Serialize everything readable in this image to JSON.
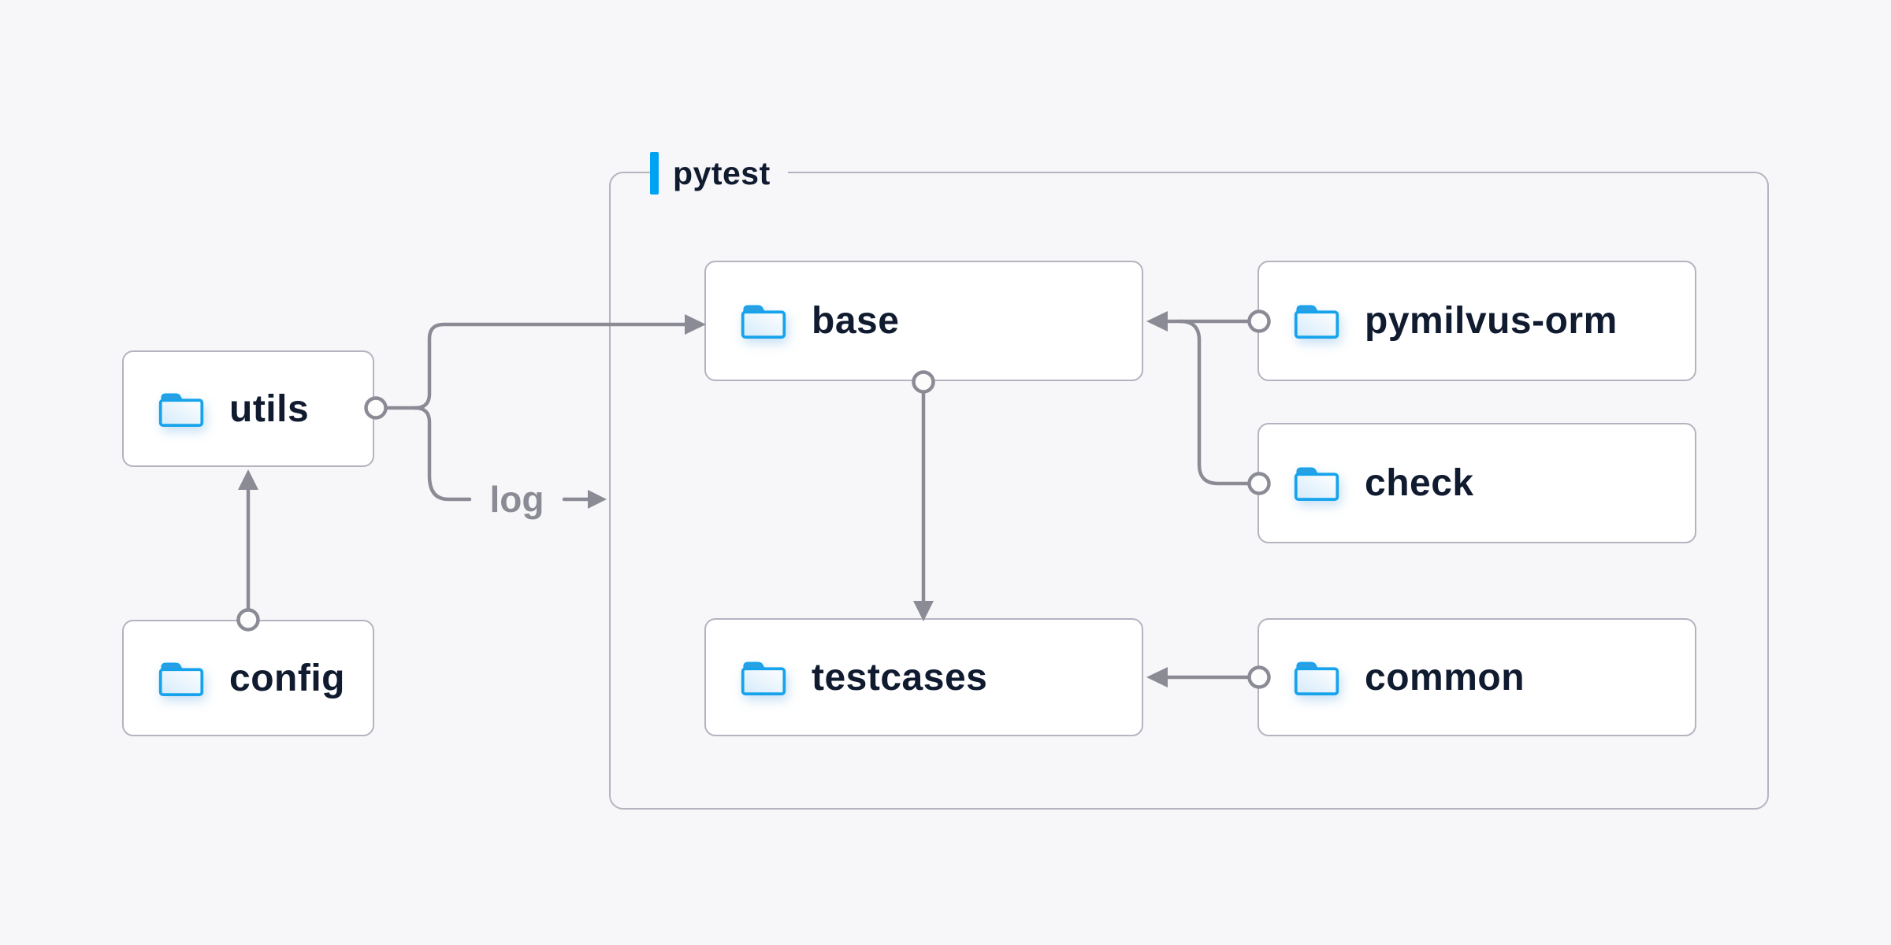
{
  "diagram": {
    "group": {
      "label": "pytest"
    },
    "nodes": {
      "utils": {
        "label": "utils"
      },
      "config": {
        "label": "config"
      },
      "base": {
        "label": "base"
      },
      "pymilvus_orm": {
        "label": "pymilvus-orm"
      },
      "check": {
        "label": "check"
      },
      "testcases": {
        "label": "testcases"
      },
      "common": {
        "label": "common"
      }
    },
    "edges": [
      {
        "from": "config",
        "to": "utils"
      },
      {
        "from": "utils",
        "to": "base"
      },
      {
        "from": "utils",
        "to": "pytest",
        "label": "log"
      },
      {
        "from": "pymilvus-orm",
        "to": "base"
      },
      {
        "from": "check",
        "to": "base"
      },
      {
        "from": "base",
        "to": "testcases"
      },
      {
        "from": "common",
        "to": "testcases"
      }
    ],
    "colors": {
      "background": "#f7f7f9",
      "accent_blue": "#00a3f4",
      "folder_blue": "#17a3ec",
      "folder_tab_blue": "#2b9fe2",
      "line_gray": "#8b8b96",
      "border_gray": "#b4b3c0",
      "text_navy": "#101b30",
      "node_fill": "#ffffff"
    }
  }
}
